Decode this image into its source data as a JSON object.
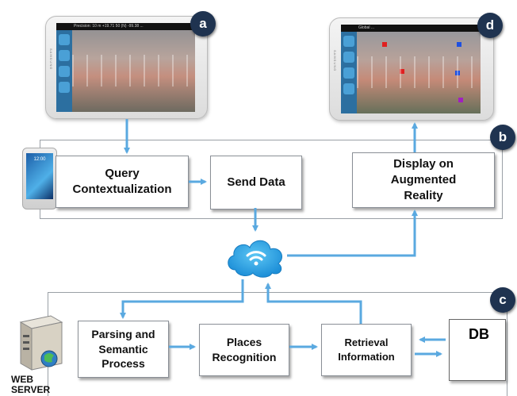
{
  "badges": {
    "a": "a",
    "b": "b",
    "c": "c",
    "d": "d"
  },
  "tablet_a": {
    "status_text": "Precision: 10 m  +19.71 50 (N) -99.38 ...",
    "brand": "SAMSUNG"
  },
  "tablet_d": {
    "status_text": "Global ...",
    "brand": "SAMSUNG"
  },
  "small_tablet": {
    "screen_text": "12:00"
  },
  "boxes": {
    "query": "Query Contextualization",
    "send": "Send Data",
    "display": "Display on Augmented Reality",
    "parsing": "Parsing and Semantic Process",
    "places": "Places Recognition",
    "retrieval": "Retrieval Information",
    "db": "DB"
  },
  "server": {
    "label_line1": "WEB",
    "label_line2": "SERVER"
  },
  "colors": {
    "arrow": "#5aa9e0",
    "badge": "#1f3350",
    "cloud": "#29a3e2",
    "panel_border": "#9aa0a6"
  },
  "icons": {
    "cloud": "wifi-cloud-icon",
    "server": "web-server-icon"
  }
}
